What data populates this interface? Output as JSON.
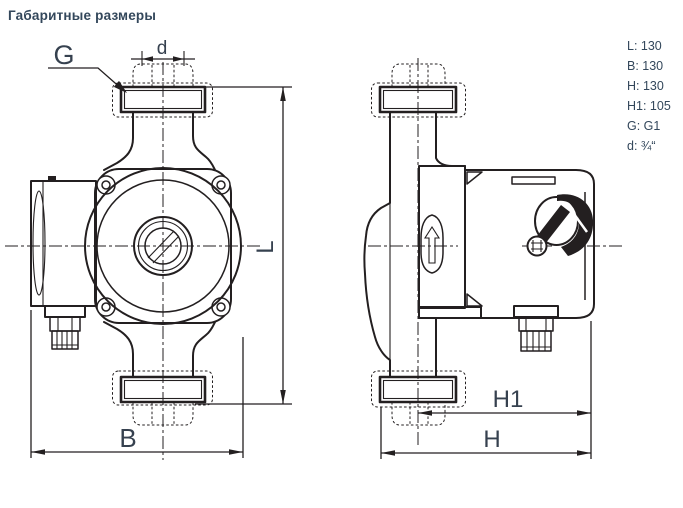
{
  "title": "Габаритные размеры",
  "labels": {
    "G": "G",
    "d": "d",
    "L": "L",
    "B": "B",
    "H1": "H1",
    "H": "H"
  },
  "legend": {
    "items": [
      "L: 130",
      "B: 130",
      "H: 130",
      "H1: 105",
      "G: G1",
      "d: ¾“"
    ]
  },
  "colors": {
    "line": "#231f20",
    "label": "#36414f",
    "title": "#33475b",
    "background": "#ffffff"
  }
}
